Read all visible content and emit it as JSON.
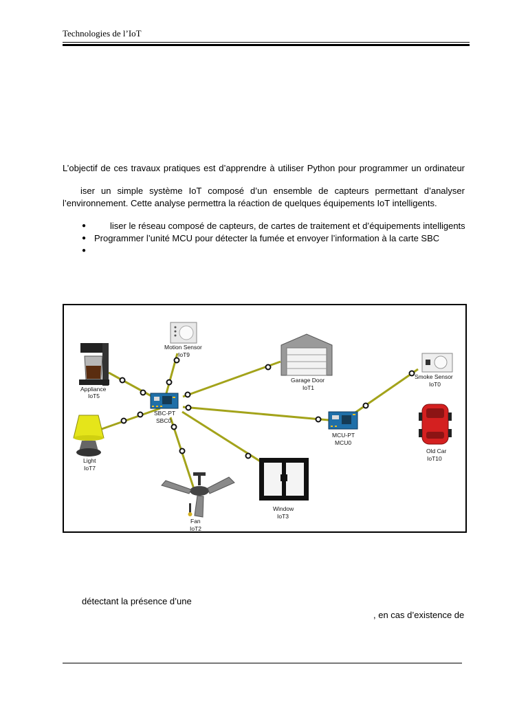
{
  "header": {
    "title": "Technologies de l’IoT"
  },
  "intro": {
    "line1": "L’objectif de ces travaux pratiques est d’apprendre à utiliser Python pour programmer un ordinateur",
    "para2": "iser un simple système IoT composé d’un ensemble de capteurs permettant d’analyser l’environnement. Cette analyse permettra la réaction de quelques équipements IoT intelligents."
  },
  "bullets": [
    {
      "text": "liser le réseau composé de capteurs, de cartes de traitement et d’équipements intelligents"
    },
    {
      "text": "Programmer l’unité MCU pour détecter la fumée et envoyer l’information à la carte SBC"
    },
    {
      "text": ""
    }
  ],
  "figure": {
    "devices": {
      "motion_sensor": {
        "name": "Motion Sensor",
        "id": "IoT9"
      },
      "appliance": {
        "name": "Appliance",
        "id": "IoT5"
      },
      "garage_door": {
        "name": "Garage Door",
        "id": "IoT1"
      },
      "smoke_sensor": {
        "name": "Smoke Sensor",
        "id": "IoT0"
      },
      "sbc": {
        "name": "SBC-PT",
        "id": "SBC0"
      },
      "mcu": {
        "name": "MCU-PT",
        "id": "MCU0"
      },
      "light": {
        "name": "Light",
        "id": "IoT7"
      },
      "old_car": {
        "name": "Old Car",
        "id": "IoT10"
      },
      "fan": {
        "name": "Fan",
        "id": "IoT2"
      },
      "window": {
        "name": "Window",
        "id": "IoT3"
      }
    },
    "colors": {
      "cable": "#a3a31a",
      "cable_dot": "#111111",
      "board": "#1f6fa8",
      "lamp_shade": "#e5e51a",
      "car": "#d42020"
    }
  },
  "bottom": {
    "line1": "détectant la présence d’une",
    "line2": ", en cas d’existence de"
  }
}
